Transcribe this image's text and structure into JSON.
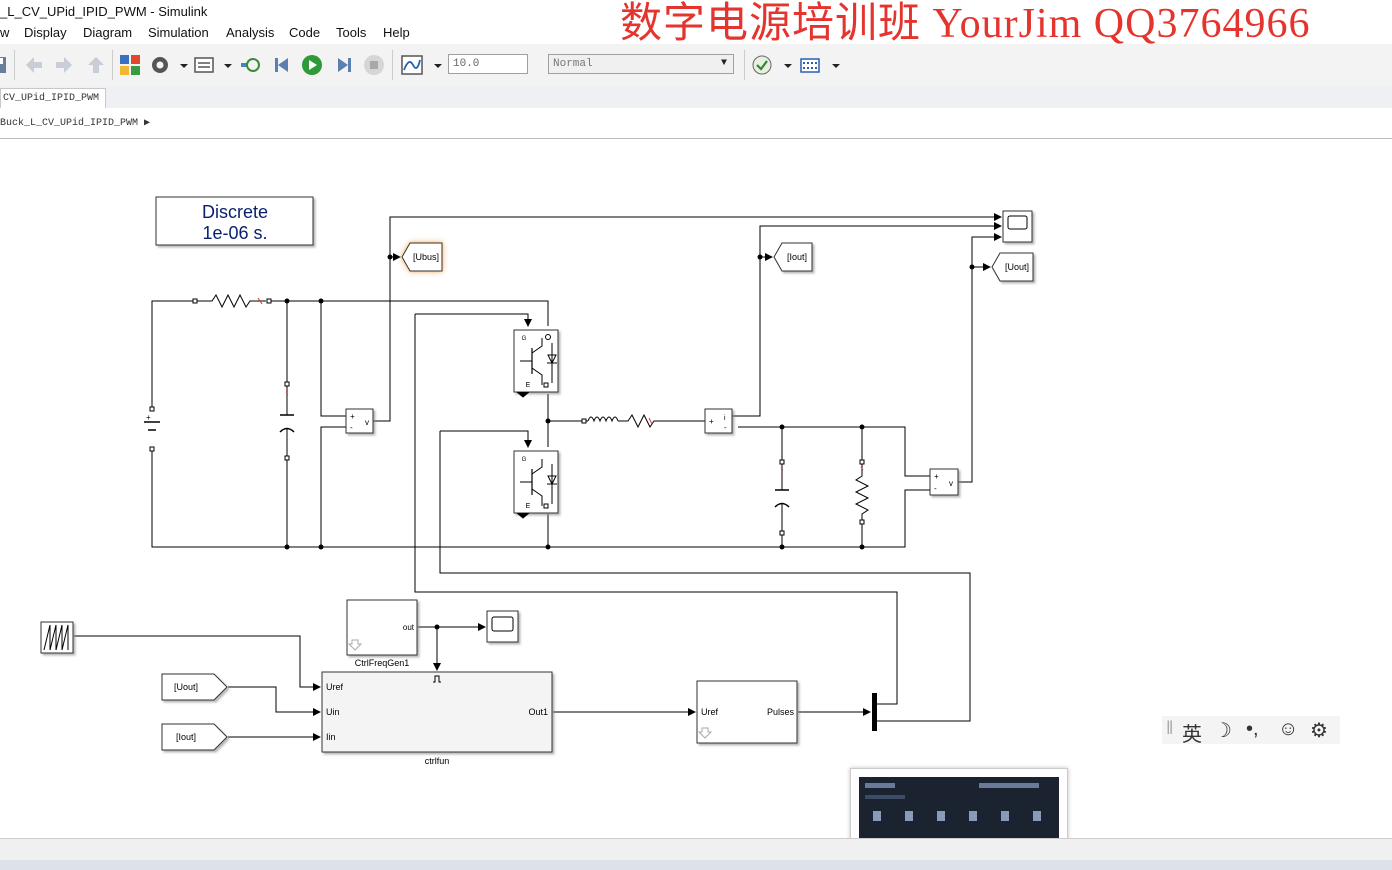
{
  "window": {
    "title": "_L_CV_UPid_IPID_PWM - Simulink"
  },
  "watermark": "数字电源培训班 YourJim  QQ3764966",
  "menu": {
    "items": [
      "w",
      "Display",
      "Diagram",
      "Simulation",
      "Analysis",
      "Code",
      "Tools",
      "Help"
    ]
  },
  "toolbar": {
    "stop_time": "10.0",
    "sim_mode": "Normal"
  },
  "tab": {
    "label": "CV_UPid_IPID_PWM"
  },
  "address": {
    "path": "Buck_L_CV_UPid_IPID_PWM"
  },
  "blocks": {
    "powergui_line1": "Discrete",
    "powergui_line2": "1e-06 s.",
    "goto_ubus": "[Ubus]",
    "goto_iout": "[Iout]",
    "goto_uout": "[Uout]",
    "from_uout": "[Uout]",
    "from_iout": "[Iout]",
    "ctrlfreq_port_out": "out",
    "ctrlfreq_name": "CtrlFreqGen1",
    "ctrlfun_in1": "Uref",
    "ctrlfun_in2": "Uin",
    "ctrlfun_in3": "Iin",
    "ctrlfun_out": "Out1",
    "ctrlfun_name": "ctrlfun",
    "pwm_in": "Uref",
    "pwm_out": "Pulses",
    "igbt_g": "G",
    "igbt_e": "E",
    "vm_minus": "-",
    "vm_plus": "+",
    "vm_v": "v"
  },
  "ime": {
    "lang": "英",
    "moon": "☽",
    "punct": "•,",
    "emoji": "☺",
    "gear": "⚙"
  },
  "colors": {
    "watermark": "#e5342d",
    "title_text": "#0a1f6e",
    "highlight": "#f0a040"
  }
}
